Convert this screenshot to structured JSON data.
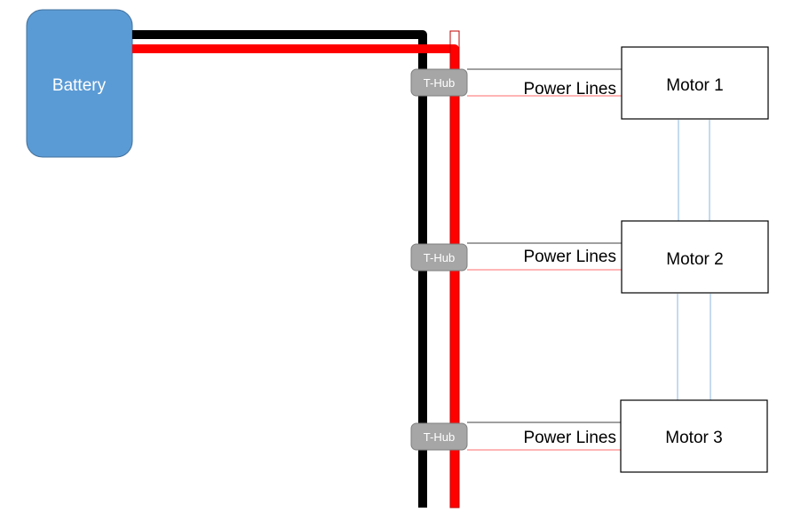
{
  "battery": {
    "label": "Battery",
    "fill": "#5b9bd5",
    "stroke": "#41719c"
  },
  "wires": {
    "negative_color": "#000000",
    "positive_color": "#ff0000"
  },
  "hubs": [
    {
      "label": "T-Hub"
    },
    {
      "label": "T-Hub"
    },
    {
      "label": "T-Hub"
    }
  ],
  "power_lines": [
    {
      "label": "Power Lines"
    },
    {
      "label": "Power Lines"
    },
    {
      "label": "Power Lines"
    }
  ],
  "motors": [
    {
      "label": "Motor 1"
    },
    {
      "label": "Motor 2"
    },
    {
      "label": "Motor 3"
    }
  ],
  "colors": {
    "hub_fill": "#a6a6a6",
    "signal_line": "#9dc3e6",
    "thin_black": "#404040",
    "thin_red": "#ff6b6b"
  }
}
